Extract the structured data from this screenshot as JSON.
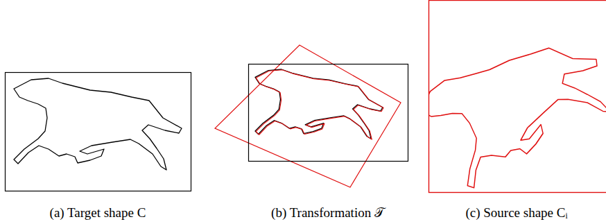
{
  "diagram": {
    "labels": [
      "(a) Target shape C",
      "(b) Transformation 𝒯",
      "(c) Source shape Cᵢ"
    ]
  }
}
